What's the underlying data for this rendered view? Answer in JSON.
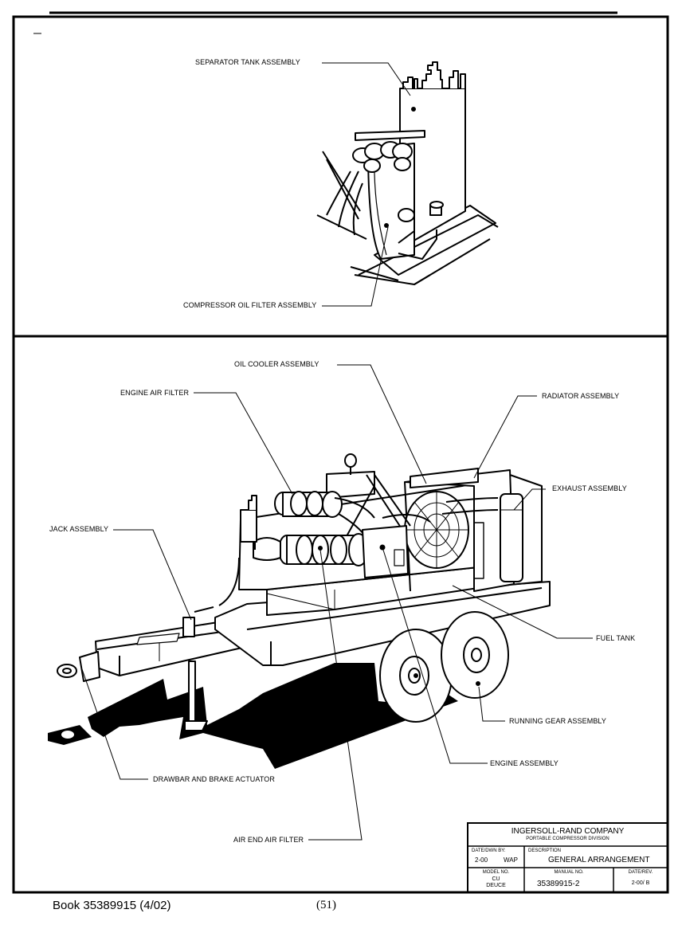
{
  "top_panel": {
    "labels": {
      "separator_tank": "SEPARATOR TANK ASSEMBLY",
      "compressor_oil_filter": "COMPRESSOR OIL FILTER ASSEMBLY"
    }
  },
  "bottom_panel": {
    "labels": {
      "oil_cooler": "OIL COOLER ASSEMBLY",
      "engine_air_filter": "ENGINE AIR FILTER",
      "radiator": "RADIATOR ASSEMBLY",
      "exhaust": "EXHAUST ASSEMBLY",
      "jack": "JACK ASSEMBLY",
      "fuel_tank": "FUEL TANK",
      "running_gear": "RUNNING GEAR ASSEMBLY",
      "engine": "ENGINE ASSEMBLY",
      "drawbar": "DRAWBAR AND BRAKE ACTUATOR",
      "air_end_filter": "AIR END AIR FILTER"
    }
  },
  "title_block": {
    "company": "INGERSOLL-RAND COMPANY",
    "division": "PORTABLE COMPRESSOR DIVISION",
    "date_drawn_label": "DATE/DWN BY:",
    "date_value": "2-00",
    "drawn_by_value": "WAP",
    "description_label": "DESCRIPTION",
    "description_value": "GENERAL ARRANGEMENT",
    "model_label": "MODEL NO.",
    "model_value_1": "CU",
    "model_value_2": "DEUCE",
    "manual_label": "MANUAL NO.",
    "manual_value": "35389915-2",
    "daterev_label": "DATE/REV.",
    "daterev_value": "2-00/ B"
  },
  "footer": {
    "book": "Book 35389915 (4/02)",
    "page": "(51)"
  }
}
